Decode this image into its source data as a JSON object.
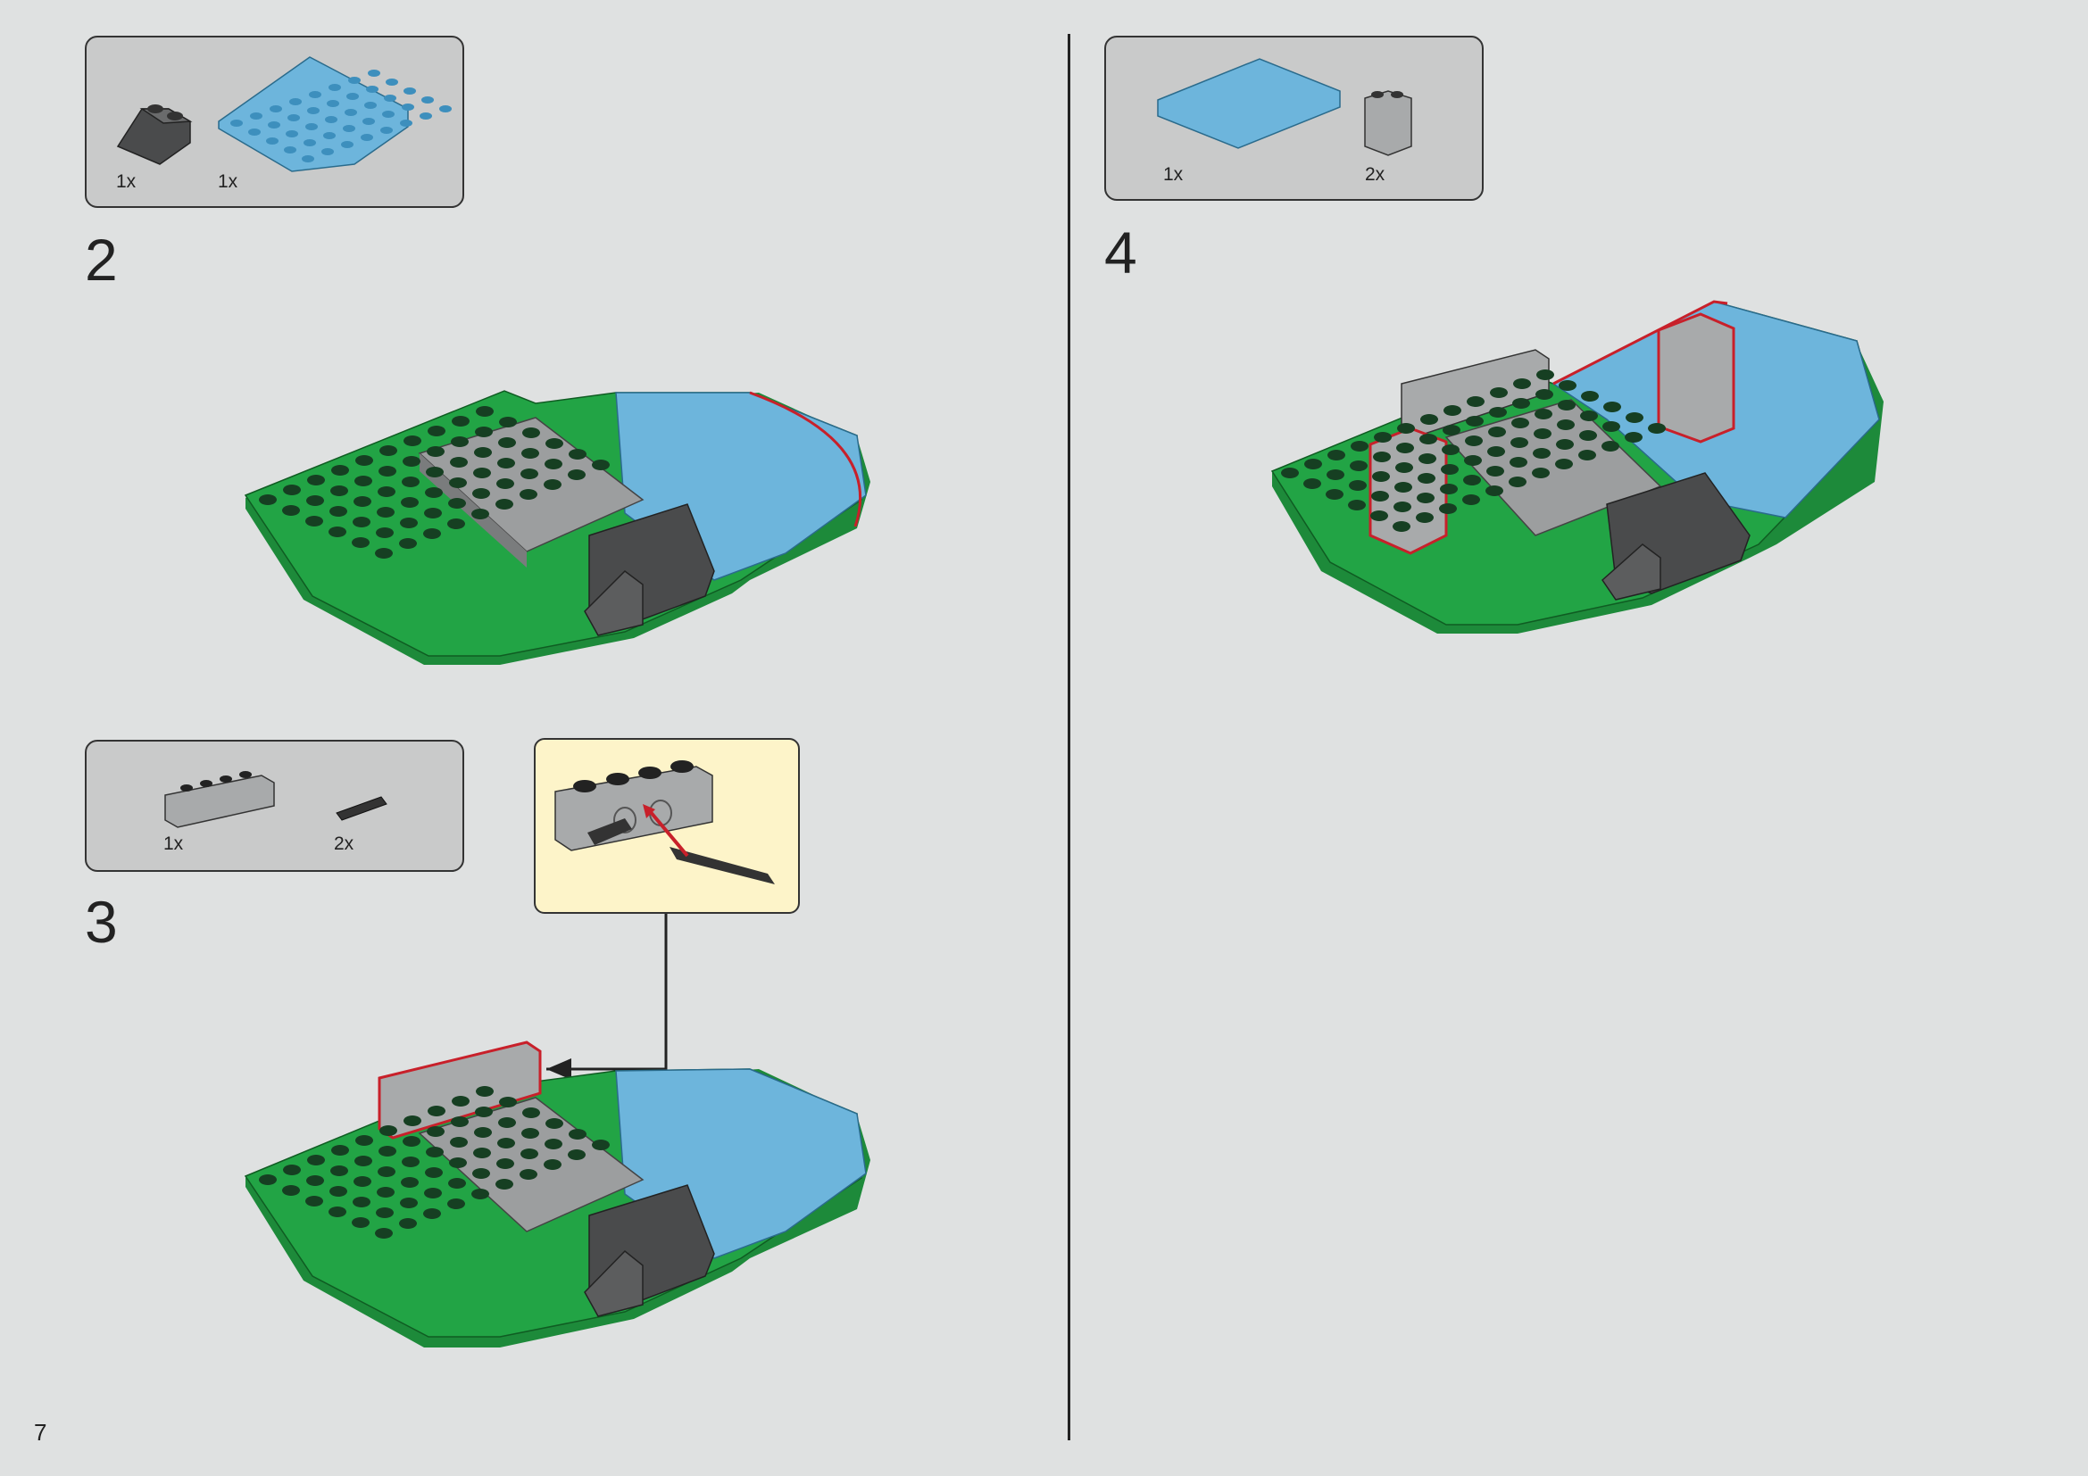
{
  "page": {
    "number": "7"
  },
  "steps": [
    {
      "number": "2",
      "parts": [
        {
          "qty": "1x",
          "icon": "dark-gray-slope-icon"
        },
        {
          "qty": "1x",
          "icon": "blue-round-corner-plate-icon"
        }
      ]
    },
    {
      "number": "3",
      "parts": [
        {
          "qty": "1x",
          "icon": "gray-technic-brick-icon"
        },
        {
          "qty": "2x",
          "icon": "black-technic-pin-icon"
        }
      ]
    },
    {
      "number": "4",
      "parts": [
        {
          "qty": "1x",
          "icon": "blue-plate-icon"
        },
        {
          "qty": "2x",
          "icon": "gray-brick-icon"
        }
      ]
    }
  ],
  "colors": {
    "background": "#dfe1e1",
    "parts_box": "#c9caca",
    "callout": "#fdf4c9",
    "green": "#22a445",
    "blue": "#6db5dc",
    "light_gray": "#9c9e9f",
    "dark_gray": "#4a4b4c",
    "highlight": "#c8202a"
  }
}
